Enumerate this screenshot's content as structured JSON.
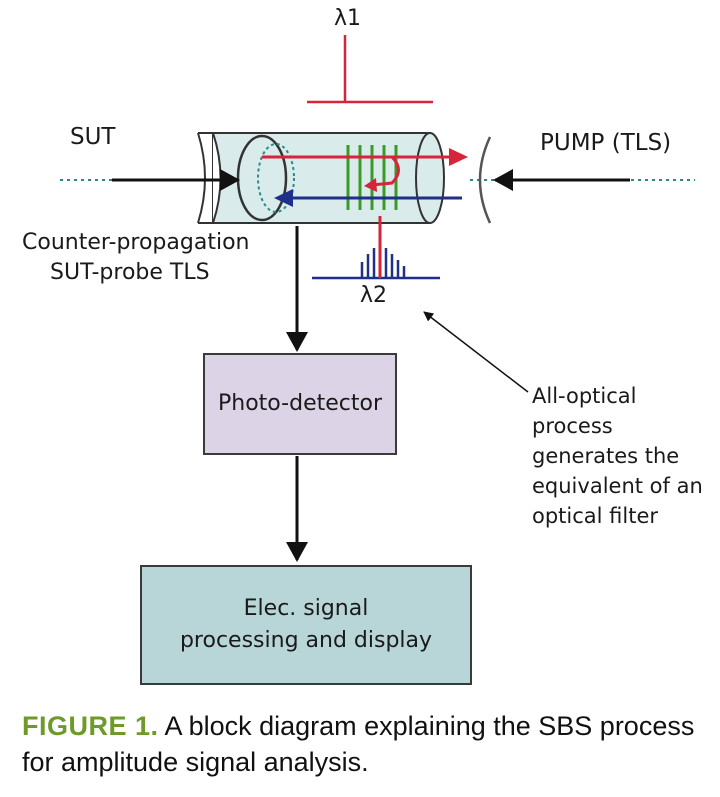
{
  "labels": {
    "lambda1": "λ1",
    "lambda2": "λ2",
    "sut": "SUT",
    "pump": "PUMP (TLS)",
    "counter_line1": "Counter-propagation",
    "counter_line2": "SUT-probe TLS",
    "annotation": [
      "All-optical",
      "process",
      "generates the",
      "equivalent of an",
      "optical filter"
    ]
  },
  "boxes": {
    "photodetector": "Photo-detector",
    "processing_line1": "Elec. signal",
    "processing_line2": "processing and display"
  },
  "caption": {
    "figure_label": "FIGURE 1.",
    "text": "A block diagram explaining the SBS process for amplitude signal analysis."
  },
  "colors": {
    "red": "#d6243a",
    "blue": "#1f2f8a",
    "green": "#3a9a2a",
    "fiber": "#d9ebeb",
    "photodetector_fill": "#ddd3e6",
    "processing_fill": "#b8d6d8",
    "caption_accent": "#6e9a2a"
  }
}
